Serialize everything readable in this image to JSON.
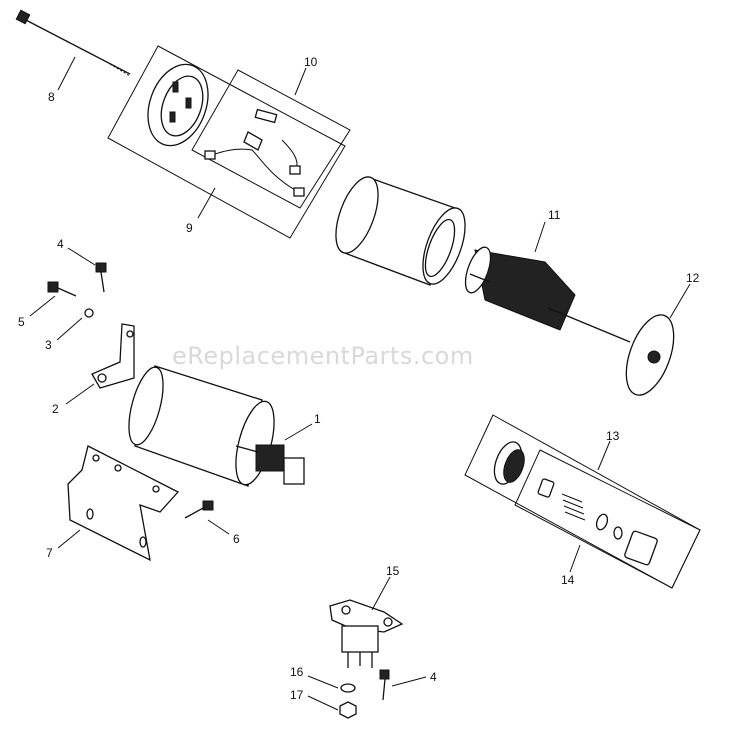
{
  "watermark": "eReplacementParts.com",
  "callouts": [
    {
      "id": "8",
      "label": "8"
    },
    {
      "id": "10",
      "label": "10"
    },
    {
      "id": "9",
      "label": "9"
    },
    {
      "id": "11",
      "label": "11"
    },
    {
      "id": "12",
      "label": "12"
    },
    {
      "id": "4a",
      "label": "4"
    },
    {
      "id": "5",
      "label": "5"
    },
    {
      "id": "3",
      "label": "3"
    },
    {
      "id": "2",
      "label": "2"
    },
    {
      "id": "1",
      "label": "1"
    },
    {
      "id": "7",
      "label": "7"
    },
    {
      "id": "6",
      "label": "6"
    },
    {
      "id": "13",
      "label": "13"
    },
    {
      "id": "14",
      "label": "14"
    },
    {
      "id": "15",
      "label": "15"
    },
    {
      "id": "16",
      "label": "16"
    },
    {
      "id": "4b",
      "label": "4"
    },
    {
      "id": "17",
      "label": "17"
    }
  ]
}
